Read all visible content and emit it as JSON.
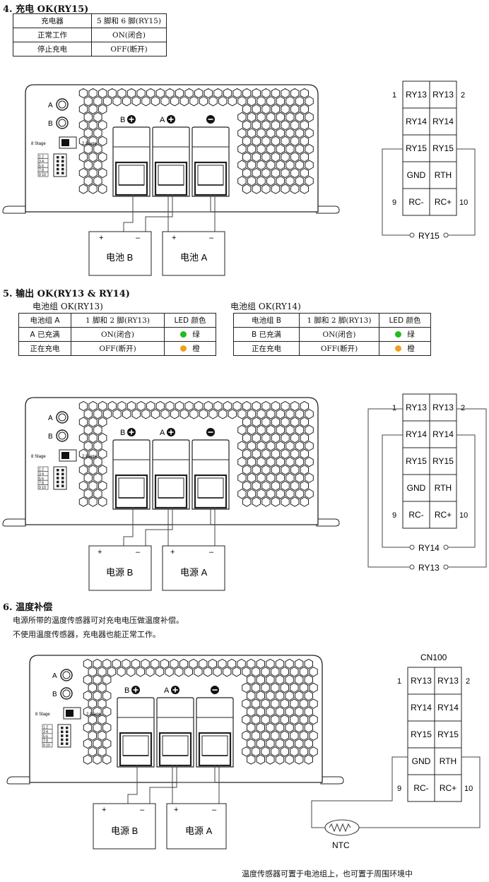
{
  "section4": {
    "heading": "4.  充电 OK(RY15)",
    "table": [
      [
        "充电器",
        "5 脚和 6 脚(RY15)"
      ],
      [
        "正常工作",
        "ON(闭合)"
      ],
      [
        "停止充电",
        "OFF(断开)"
      ]
    ]
  },
  "section5": {
    "heading": "5.  输出 OK(RY13 & RY14)",
    "group_a_title": "电池组 OK(RY13)",
    "group_b_title": "电池组 OK(RY14)",
    "table_a": {
      "headers": [
        "电池组 A",
        "1 脚和 2 脚(RY13)",
        "LED 颜色"
      ],
      "rows": [
        [
          "A 已充满",
          "ON(闭合)",
          "绿"
        ],
        [
          "正在充电",
          "OFF(断开)",
          "橙"
        ]
      ]
    },
    "table_b": {
      "headers": [
        "电池组 B",
        "1 脚和 2 脚(RY13)",
        "LED 颜色"
      ],
      "rows": [
        [
          "B 已充满",
          "ON(闭合)",
          "绿"
        ],
        [
          "正在充电",
          "OFF(断开)",
          "橙"
        ]
      ]
    },
    "led_colors": {
      "green": "#22bb22",
      "orange": "#f0a020"
    }
  },
  "section6": {
    "heading": "6.  温度补偿",
    "line1": "电源所带的温度传感器可对充电电压做温度补偿。",
    "line2": "不使用温度传感器，充电器也能正常工作。",
    "footnote": "温度传感器可置于电池组上，也可置于周围环境中"
  },
  "device": {
    "btn_a": "A",
    "btn_b": "B",
    "stage_left": "8 Stage",
    "stage_right": "2 Stage",
    "term_b": "B",
    "term_a": "A",
    "dip_rows": [
      "1 2",
      "3 4",
      "5 6",
      "7 8",
      "9 10"
    ]
  },
  "diagram1": {
    "box_left_label": "电池  B",
    "box_right_label": "电池  A"
  },
  "diagram2": {
    "box_left_label": "电源  B",
    "box_right_label": "电源  A"
  },
  "diagram3": {
    "box_left_label": "电源  B",
    "box_right_label": "电源  A"
  },
  "cn100": {
    "title": "CN100",
    "pins": [
      [
        "RY13",
        "RY13"
      ],
      [
        "RY14",
        "RY14"
      ],
      [
        "RY15",
        "RY15"
      ],
      [
        "GND",
        "RTH"
      ],
      [
        "RC-",
        "RC+"
      ]
    ],
    "num_1": "1",
    "num_2": "2",
    "num_9": "9",
    "num_10": "10",
    "ry15_label": "RY15",
    "ry14_label": "RY14",
    "ry13_label": "RY13",
    "ntc_label": "NTC"
  }
}
